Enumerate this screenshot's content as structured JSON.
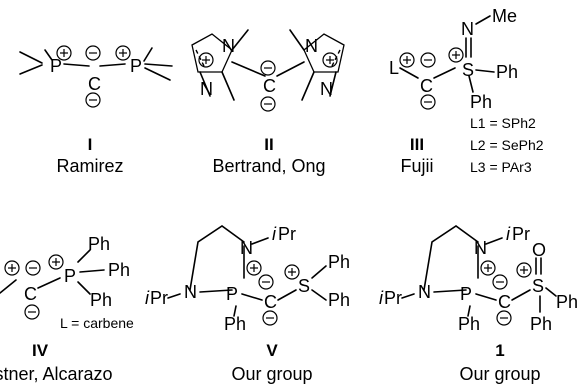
{
  "compounds": [
    {
      "id": "I",
      "author": "Ramirez"
    },
    {
      "id": "II",
      "author": "Bertrand, Ong"
    },
    {
      "id": "III",
      "author": "Fujii",
      "ligands": [
        "L1 = SPh2",
        "L2 = SePh2",
        "L3 = PAr3"
      ]
    },
    {
      "id": "IV",
      "author": "Fürstner, Alcarazo",
      "note": "L = carbene"
    },
    {
      "id": "V",
      "author": "Our group"
    },
    {
      "id": "1",
      "author": "Our group"
    }
  ],
  "atoms": {
    "P": "P",
    "C": "C",
    "N": "N",
    "S": "S",
    "O": "O",
    "L": "L",
    "Ph": "Ph",
    "Me": "Me",
    "iPr": "Pr",
    "i": "i"
  },
  "charges": {
    "plus": "+",
    "minus": "−"
  }
}
